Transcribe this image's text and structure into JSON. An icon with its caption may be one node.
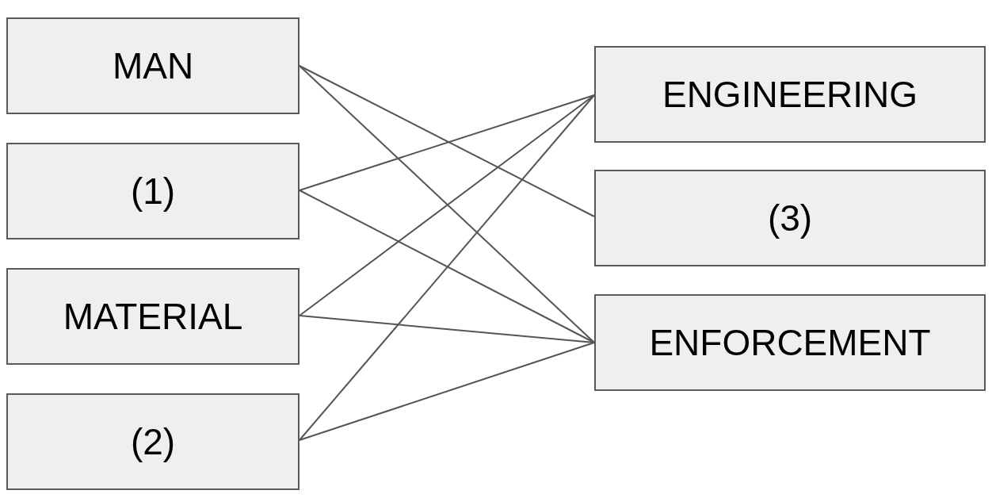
{
  "diagram": {
    "nodes": [
      {
        "text": [
          "MAN"
        ]
      },
      {
        "text": [
          "(1)"
        ]
      },
      {
        "text": [
          "MATERIAL"
        ]
      },
      {
        "text": [
          "(2)"
        ]
      },
      {
        "text": [
          "ENGINEERING"
        ]
      },
      {
        "text": [
          "(3)"
        ]
      },
      {
        "text": [
          "ENFORCEMENT"
        ]
      }
    ],
    "edges": [
      {
        "from": 0,
        "to": 5,
        "arrow": "none"
      },
      {
        "from": 0,
        "to": 6,
        "arrow": "none"
      },
      {
        "from": 1,
        "to": 4,
        "arrow": "none"
      },
      {
        "from": 1,
        "to": 6,
        "arrow": "none"
      },
      {
        "from": 2,
        "to": 4,
        "arrow": "none"
      },
      {
        "from": 2,
        "to": 6,
        "arrow": "none"
      },
      {
        "from": 3,
        "to": 4,
        "arrow": "none"
      },
      {
        "from": 3,
        "to": 6,
        "arrow": "none"
      }
    ]
  }
}
